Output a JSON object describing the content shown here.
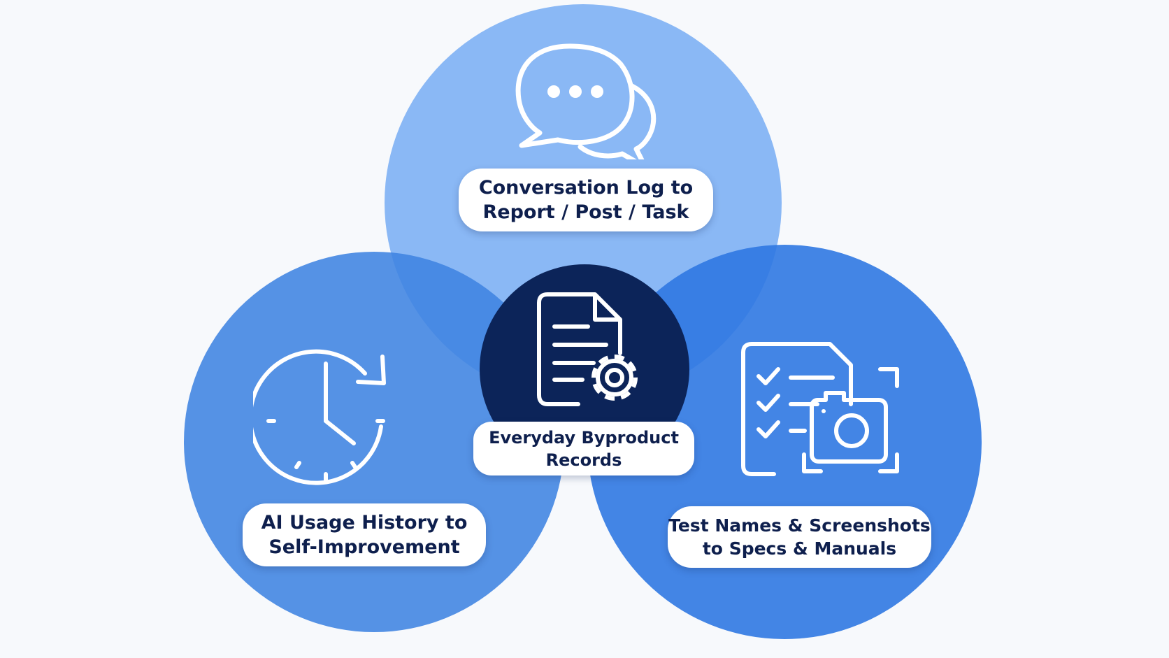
{
  "colors": {
    "background": "#f7f9fc",
    "circle_top": "#8ab8f5",
    "circle_left": "#4f8fe4",
    "circle_right": "#3b82e6",
    "center": "#0c2459",
    "label_text": "#0e1f4d",
    "icon_stroke": "#ffffff"
  },
  "center": {
    "title_line1": "Everyday Byproduct",
    "title_line2": "Records",
    "icon": "document-gear-icon"
  },
  "top": {
    "line1": "Conversation Log to",
    "line2": "Report / Post / Task",
    "icon": "chat-bubbles-icon"
  },
  "left": {
    "line1": "AI Usage History to",
    "line2": "Self-Improvement",
    "icon": "clock-refresh-icon"
  },
  "right": {
    "line1": "Test Names & Screenshots",
    "line2": "to Specs & Manuals",
    "icon": "checklist-camera-icon"
  }
}
